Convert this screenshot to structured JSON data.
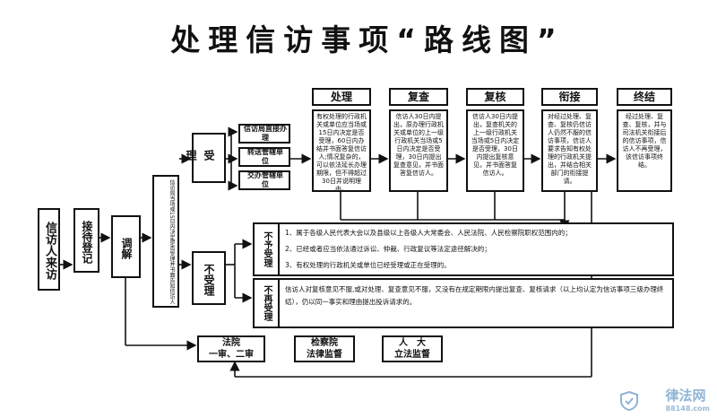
{
  "title": "处理信访事项“路线图”",
  "left": {
    "petitioner": "信访人来访",
    "register": "接待登记",
    "mediate": "调解",
    "notice": "信访局当场或15日内决定是否受理并书面告知信访人"
  },
  "accept": {
    "label": "受理",
    "direct": "信访局直接办理",
    "forward": "转送管辖单位",
    "assign": "交办管辖单位"
  },
  "stages": [
    {
      "title": "处理",
      "text": "有权处理的行政机关或单位应当场或15日内决定是否受理，60日内办结并书面答复信访人;情况复杂的，可以依法延长办理期限，但不得超过30日并说明理由。"
    },
    {
      "title": "复查",
      "text": "信访人30日内提出，原办理行政机关或单位的上一级行政机关当场或5日内决定是否受理，30日内提出复查意见，并书面答复信访人。"
    },
    {
      "title": "复核",
      "text": "信访人30日内提出，复查机关的上一级行政机关当场或5日内决定是否受理，30日内提出复核意见，并书面答复信访人。"
    },
    {
      "title": "衔接",
      "text": "对经过处理、复查、复核仍信访人仍然不服的信访事项，信访人要求告知有权处理的行政机关提出，并结合相关部门的衔接提请。"
    },
    {
      "title": "终结",
      "text": "经过处理、复查、复核，并与司法机关衔接后的信访事项，信访人不再受理，该信访事项终结。"
    }
  ],
  "reject": {
    "label": "不受理",
    "a_label": "不予受理",
    "a_lines": [
      "1、属于各级人民代表大会以及县级以上各级人大常委会、人民法院、人民检察院职权范围内的；",
      "2、已经或者应当依法通过诉讼、仲裁、行政复议等法定途径解决的；",
      "3、有权处理的行政机关或单位已经受理或正在受理的。"
    ],
    "b_label": "不再受理",
    "b_text": "信访人对复核意见不服,或对处理、复查意见不服，又没有在规定期限内提出复查、复核请求（以上均认定为信访事项三级办理终结），仍以同一事实和理由提出投诉请求的。"
  },
  "bottom": [
    {
      "l1": "法院",
      "l2": "一审、二审"
    },
    {
      "l1": "检察院",
      "l2": "法律监督"
    },
    {
      "l1": "人　大",
      "l2": "立法监督"
    }
  ],
  "watermark": {
    "name": "律法网",
    "url": "88148.com"
  }
}
